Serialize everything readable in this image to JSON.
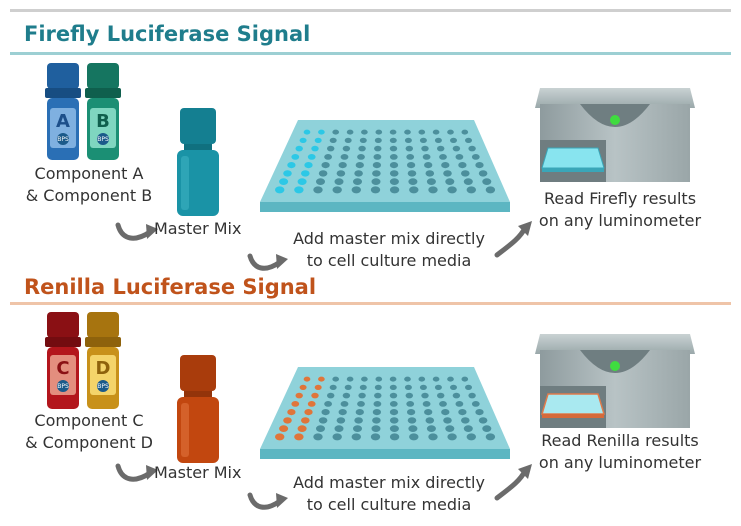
{
  "sections": [
    {
      "title": "Firefly  Luciferase Signal",
      "tube_left_letter": "A",
      "tube_right_letter": "B",
      "tube_logo": "BPS",
      "components_line1": "Component A",
      "components_line2": "& Component B",
      "master_mix": "Master Mix",
      "add_line1": "Add master mix directly",
      "add_line2": "to cell culture media",
      "read_line1": "Read Firefly results",
      "read_line2": "on any luminometer",
      "colors": {
        "title": "#1f7d8c",
        "tube_left": "#2a6fb5",
        "tube_right": "#1b8f74",
        "bottle": "#1a93a6",
        "wells": "#2cc8e6"
      }
    },
    {
      "title": "Renilla Luciferase Signal",
      "tube_left_letter": "C",
      "tube_right_letter": "D",
      "tube_logo": "BPS",
      "components_line1": "Component C",
      "components_line2": "& Component D",
      "master_mix": "Master Mix",
      "add_line1": "Add master mix directly",
      "add_line2": "to cell culture media",
      "read_line1": "Read Renilla results",
      "read_line2": "on any luminometer",
      "colors": {
        "title": "#c0531b",
        "tube_left": "#b3161c",
        "tube_right": "#c8911a",
        "bottle": "#c2470f",
        "wells": "#e0753a"
      }
    }
  ]
}
